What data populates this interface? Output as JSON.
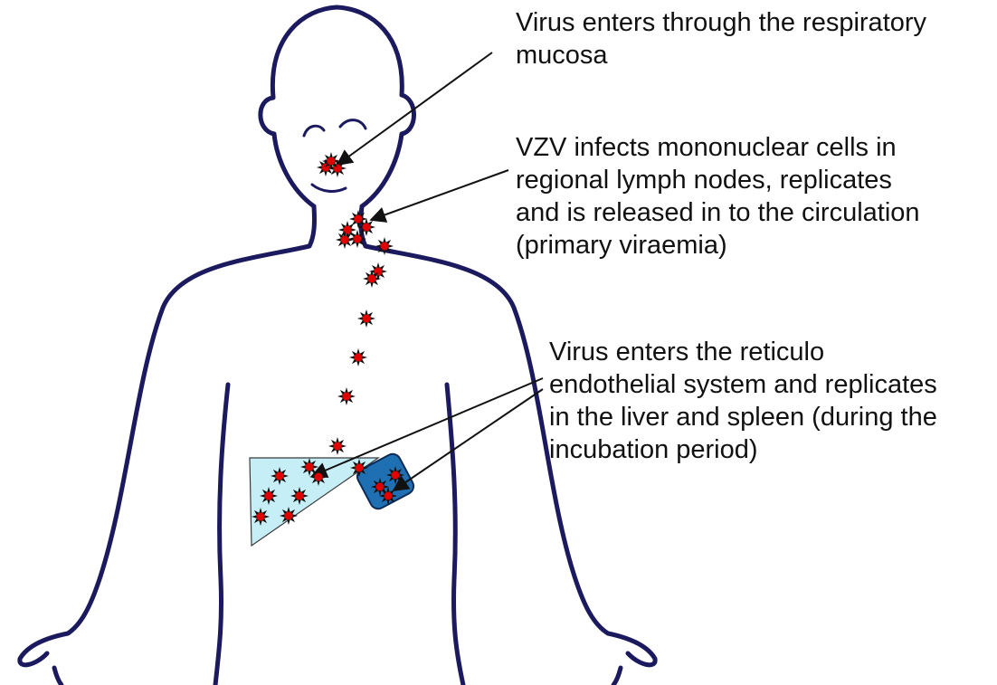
{
  "annotations": [
    {
      "id": "respiratory-entry",
      "lines": [
        "Virus enters through the respiratory",
        "mucosa"
      ]
    },
    {
      "id": "lymph-node-replication",
      "lines": [
        "VZV infects mononuclear cells in",
        "regional lymph nodes, replicates",
        "and is released in to the circulation",
        "(primary viraemia)"
      ]
    },
    {
      "id": "reticulo-endothelial",
      "lines": [
        "Virus enters the reticulo",
        "endothelial system and replicates",
        "in the liver and spleen (during the",
        "incubation period)"
      ]
    }
  ],
  "colors": {
    "body_outline": "#1c1a5e",
    "virus_fill": "#e00000",
    "virus_spike": "#111111",
    "liver_fill": "#c6eef6",
    "spleen_fill": "#1f6fb3",
    "arrow": "#111111",
    "text": "#111111"
  }
}
